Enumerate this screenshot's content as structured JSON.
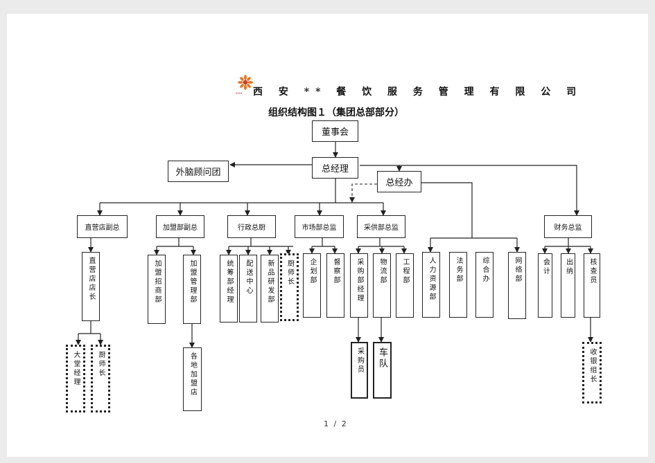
{
  "header": {
    "company": "西 安 ** 餐 饮 服 务 管 理 有 限 公 司",
    "subtitle": "组织结构图１（集团总部部分）",
    "logo_text": "xxxx"
  },
  "nodes": {
    "board": "董事会",
    "ceo": "总经理",
    "advisors": "外脑顾问团",
    "gm_office": "总经办",
    "direct_vp": "直营店副总",
    "franchise_vp": "加盟部副总",
    "admin_chef": "行政总厨",
    "marketing_dir": "市场部总监",
    "supply_dir": "采供部总监",
    "finance_dir": "财务总监",
    "direct_manager": "直营店店长",
    "franchise_recruit": "加盟招商部",
    "franchise_mgmt": "加盟管理部",
    "central_kitchen": "统筹部经理",
    "distribution": "配送中心",
    "rd": "新品研发部",
    "chef": "厨师长",
    "planning": "企划部",
    "catering": "督察部",
    "purchasing_mgr": "采购部经理",
    "logistics": "物流部",
    "engineering": "工程部",
    "hr": "人力资源部",
    "legal": "法务部",
    "general_office": "综合办",
    "network": "网络部",
    "accountant": "会计",
    "cashier": "出纳",
    "auditor": "核查员",
    "lobby_manager": "大堂经理",
    "head_chef": "厨师长",
    "local_franchise": "各地加盟店",
    "buyer": "采购员",
    "fleet": "车队",
    "cashier_lead": "收银组长"
  },
  "footer": {
    "page": "1 / 2"
  }
}
